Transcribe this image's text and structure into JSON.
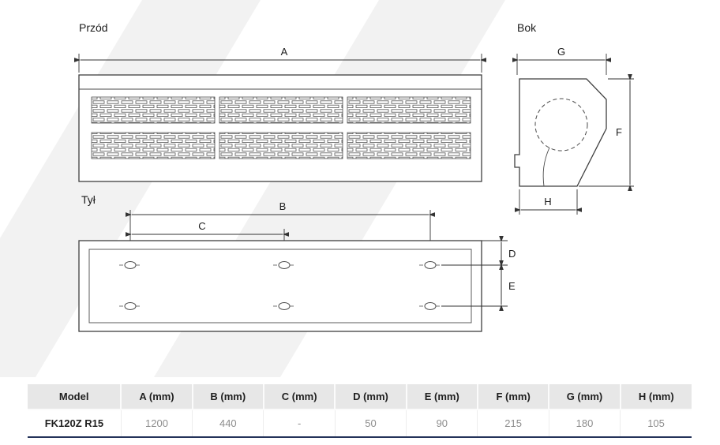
{
  "diagram": {
    "front": {
      "label": "Przód",
      "dim_a": "A"
    },
    "side": {
      "label": "Bok",
      "dim_g": "G",
      "dim_f": "F",
      "dim_h": "H"
    },
    "back": {
      "label": "Tył",
      "dim_b": "B",
      "dim_c": "C",
      "dim_d": "D",
      "dim_e": "E"
    }
  },
  "table": {
    "headers": [
      "Model",
      "A (mm)",
      "B (mm)",
      "C (mm)",
      "D (mm)",
      "E (mm)",
      "F (mm)",
      "G (mm)",
      "H (mm)"
    ],
    "rows": [
      [
        "FK120Z R15",
        "1200",
        "440",
        "-",
        "50",
        "90",
        "215",
        "180",
        "105"
      ]
    ]
  },
  "colors": {
    "line": "#333333",
    "watermark": "#f2f2f2",
    "table_header_bg": "#e7e7e7",
    "table_bottom_border": "#24335a",
    "value_text": "#8d8d8d"
  }
}
